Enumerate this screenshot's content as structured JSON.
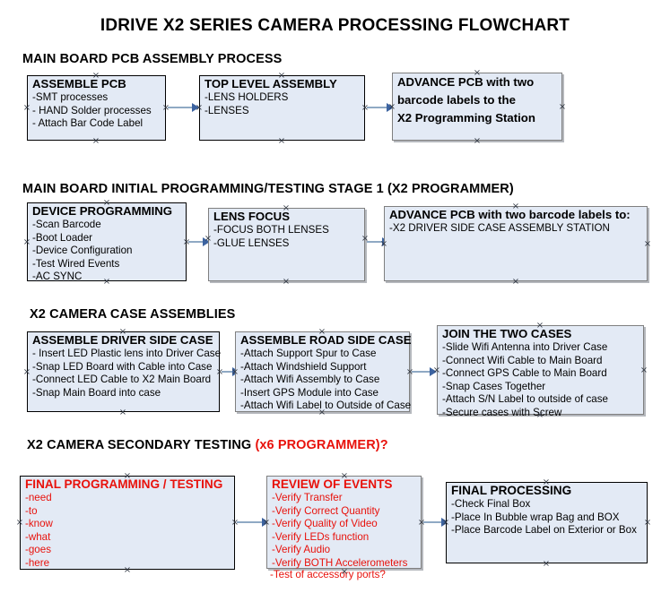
{
  "document": {
    "title": "IDRIVE X2  SERIES CAMERA PROCESSING FLOWCHART",
    "accent_black": "#000000",
    "accent_red": "#e8120c",
    "box_fill": "#e3eaf5",
    "arrow_color": "#8fa9c4",
    "arrow_head_color": "#3c63a0"
  },
  "sections": [
    {
      "heading": "MAIN BOARD PCB ASSEMBLY PROCESS",
      "boxes": [
        {
          "title": "ASSEMBLE PCB",
          "lines": [
            "-SMT processes",
            "- HAND Solder processes",
            "- Attach Bar Code Label"
          ]
        },
        {
          "title": "TOP LEVEL ASSEMBLY",
          "lines": [
            "-LENS HOLDERS",
            "-LENSES"
          ]
        },
        {
          "title_lines": [
            "ADVANCE PCB with two",
            "barcode labels to the",
            " X2 Programming Station"
          ]
        }
      ]
    },
    {
      "heading": "MAIN BOARD INITIAL PROGRAMMING/TESTING STAGE 1 (X2 PROGRAMMER)",
      "boxes": [
        {
          "title": "DEVICE PROGRAMMING",
          "lines": [
            "-Scan Barcode",
            "-Boot Loader",
            "-Device Configuration",
            "-Test Wired Events",
            "-AC SYNC"
          ]
        },
        {
          "title": "LENS FOCUS",
          "lines": [
            "-FOCUS BOTH LENSES",
            "-GLUE LENSES"
          ]
        },
        {
          "title": "ADVANCE PCB with two barcode labels to:",
          "lines": [
            "-X2 DRIVER  SIDE  CASE  ASSEMBLY STATION"
          ]
        }
      ]
    },
    {
      "heading": "X2 CAMERA CASE ASSEMBLIES",
      "boxes": [
        {
          "title": "ASSEMBLE DRIVER SIDE CASE",
          "lines": [
            " - Insert LED Plastic lens into Driver Case",
            "-Snap LED Board with Cable into Case",
            "-Connect LED Cable to X2 Main Board",
            "-Snap Main Board into case"
          ]
        },
        {
          "title": "ASSEMBLE ROAD SIDE CASE",
          "lines": [
            "-Attach Support Spur to Case",
            "-Attach Windshield Support",
            "-Attach Wifi Assembly to Case",
            "-Insert GPS Module into Case",
            "-Attach Wifi Label to Outside of Case"
          ]
        },
        {
          "title": "JOIN THE TWO CASES",
          "lines": [
            "-Slide Wifi Antenna into Driver Case",
            "-Connect Wifi Cable to Main Board",
            "-Connect GPS Cable to Main Board",
            "-Snap Cases Together",
            "-Attach S/N Label to outside of case",
            "-Secure cases with Screw"
          ]
        }
      ]
    },
    {
      "heading": "X2 CAMERA SECONDARY TESTING ",
      "heading_red": "(x6 PROGRAMMER)?",
      "boxes": [
        {
          "title": "FINAL PROGRAMMING / TESTING",
          "lines": [
            "-need",
            "-to",
            "-know",
            "-what",
            "-goes",
            "-here"
          ]
        },
        {
          "title": "REVIEW OF EVENTS",
          "lines": [
            "-Verify Transfer",
            "-Verify Correct Quantity",
            "-Verify Quality of Video",
            "-Verify LEDs function",
            "-Verify Audio",
            "-Verify BOTH Accelerometers"
          ],
          "overflow_line": "-Test of accessory ports?"
        },
        {
          "title": "FINAL PROCESSING",
          "lines": [
            " -Check Final Box",
            "-Place In Bubble wrap Bag and BOX",
            "-Place Barcode Label on Exterior or Box"
          ]
        }
      ]
    }
  ]
}
